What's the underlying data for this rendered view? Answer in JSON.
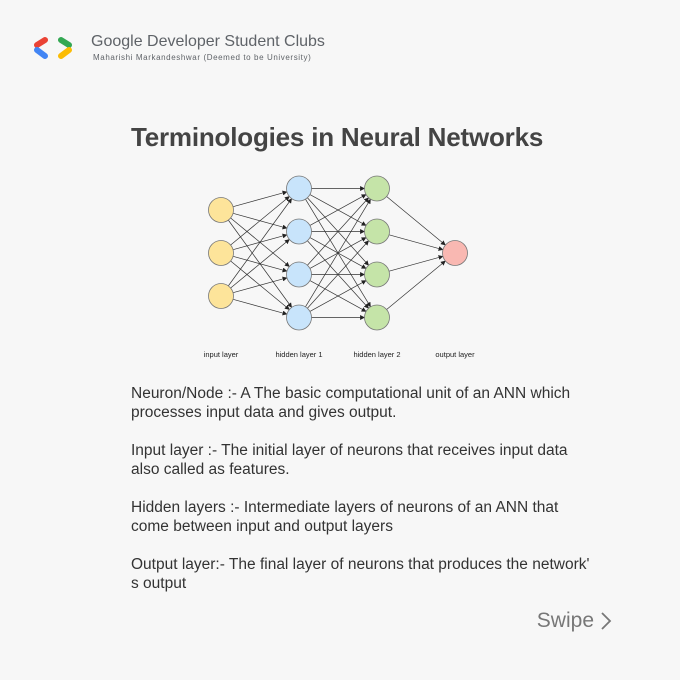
{
  "brand": {
    "name": "Google Developer Student Clubs",
    "subtitle": "Maharishi Markandeshwar (Deemed to be University)",
    "logo_colors": [
      "#ea4335",
      "#4285f4",
      "#34a853",
      "#fbbc04"
    ]
  },
  "title": "Terminologies in Neural Networks",
  "diagram": {
    "layers": [
      {
        "label": "input layer",
        "nodes": 3,
        "color": "#fde49a"
      },
      {
        "label": "hidden layer 1",
        "nodes": 4,
        "color": "#c8e4fb"
      },
      {
        "label": "hidden layer 2",
        "nodes": 4,
        "color": "#c5e4a8"
      },
      {
        "label": "output layer",
        "nodes": 1,
        "color": "#f9b8b2"
      }
    ],
    "edge_color": "#333333"
  },
  "definitions": [
    {
      "text": "Neuron/Node :- A The basic computational unit of an ANN which processes input data and gives output."
    },
    {
      "text": "Input layer :- The initial layer of neurons that receives input data also called as features."
    },
    {
      "text": "Hidden layers :- Intermediate layers of neurons of an ANN that come between input and output layers"
    },
    {
      "text": "Output layer:- The final layer of neurons that produces the network' s output"
    }
  ],
  "swipe": {
    "label": "Swipe",
    "icon": "chevron-right-icon"
  }
}
